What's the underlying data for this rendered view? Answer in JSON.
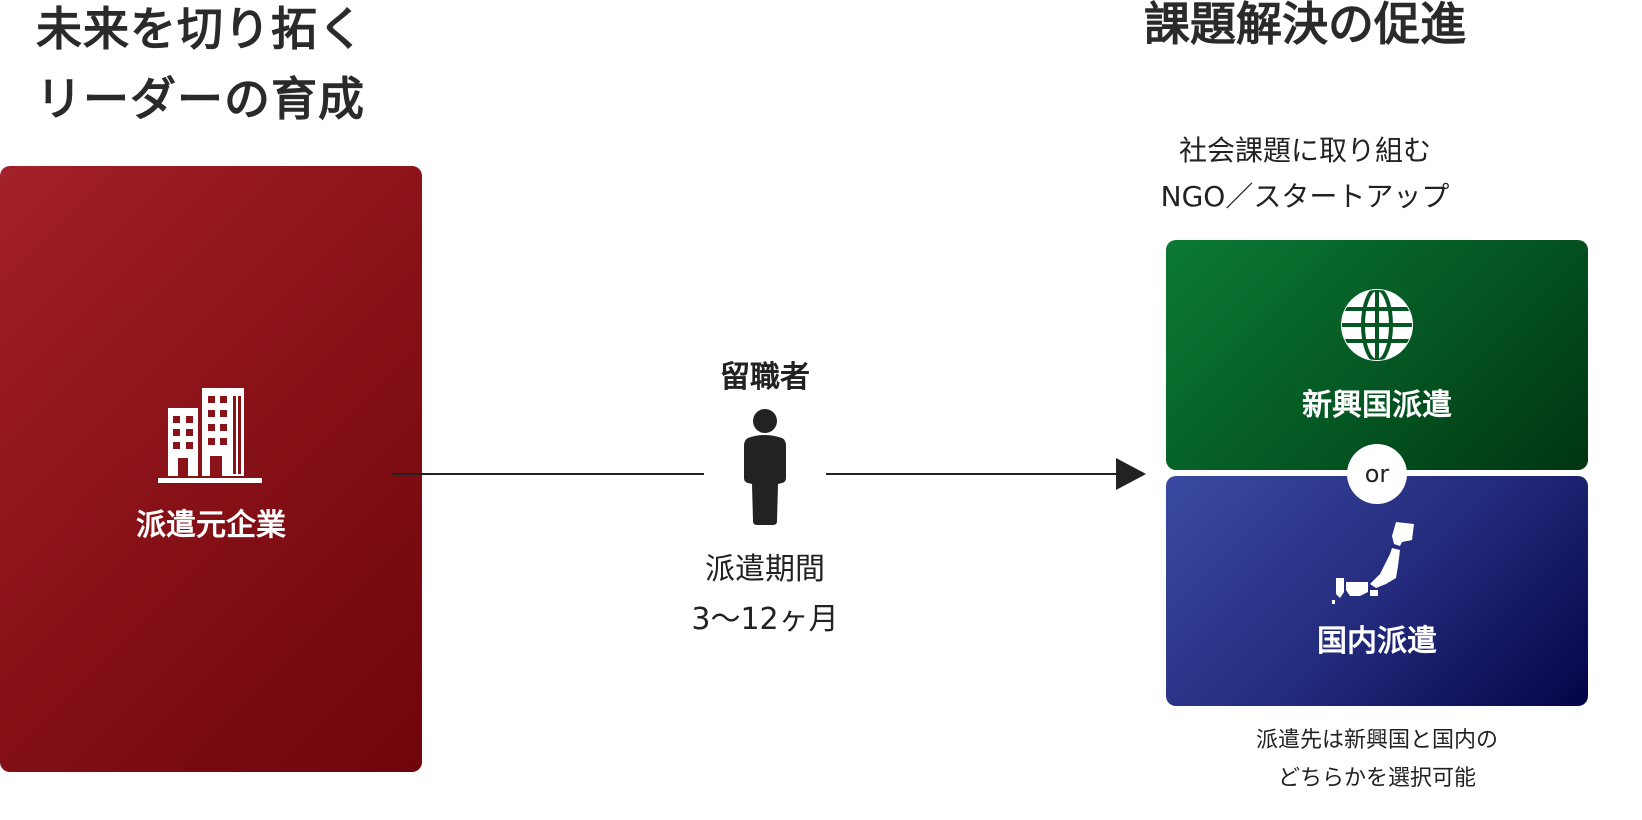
{
  "left_title": {
    "line1": "未来を切り拓く",
    "line2": "リーダーの育成"
  },
  "right_title": "課題解決の促進",
  "target_heading": {
    "line1": "社会課題に取り組む",
    "line2": "NGO／スタートアップ"
  },
  "source_company": {
    "label": "派遣元企業",
    "icon": "office-buildings-icon",
    "color": "#8a1219"
  },
  "participant": {
    "label": "留職者",
    "icon": "person-icon",
    "period_label": "派遣期間",
    "period_value": "3〜12ヶ月"
  },
  "destinations": {
    "emerging": {
      "label": "新興国派遣",
      "icon": "globe-icon",
      "color": "#045622"
    },
    "or_label": "or",
    "domestic": {
      "label": "国内派遣",
      "icon": "japan-map-icon",
      "color": "#22297a"
    },
    "note_line1": "派遣先は新興国と国内の",
    "note_line2": "どちらかを選択可能"
  }
}
